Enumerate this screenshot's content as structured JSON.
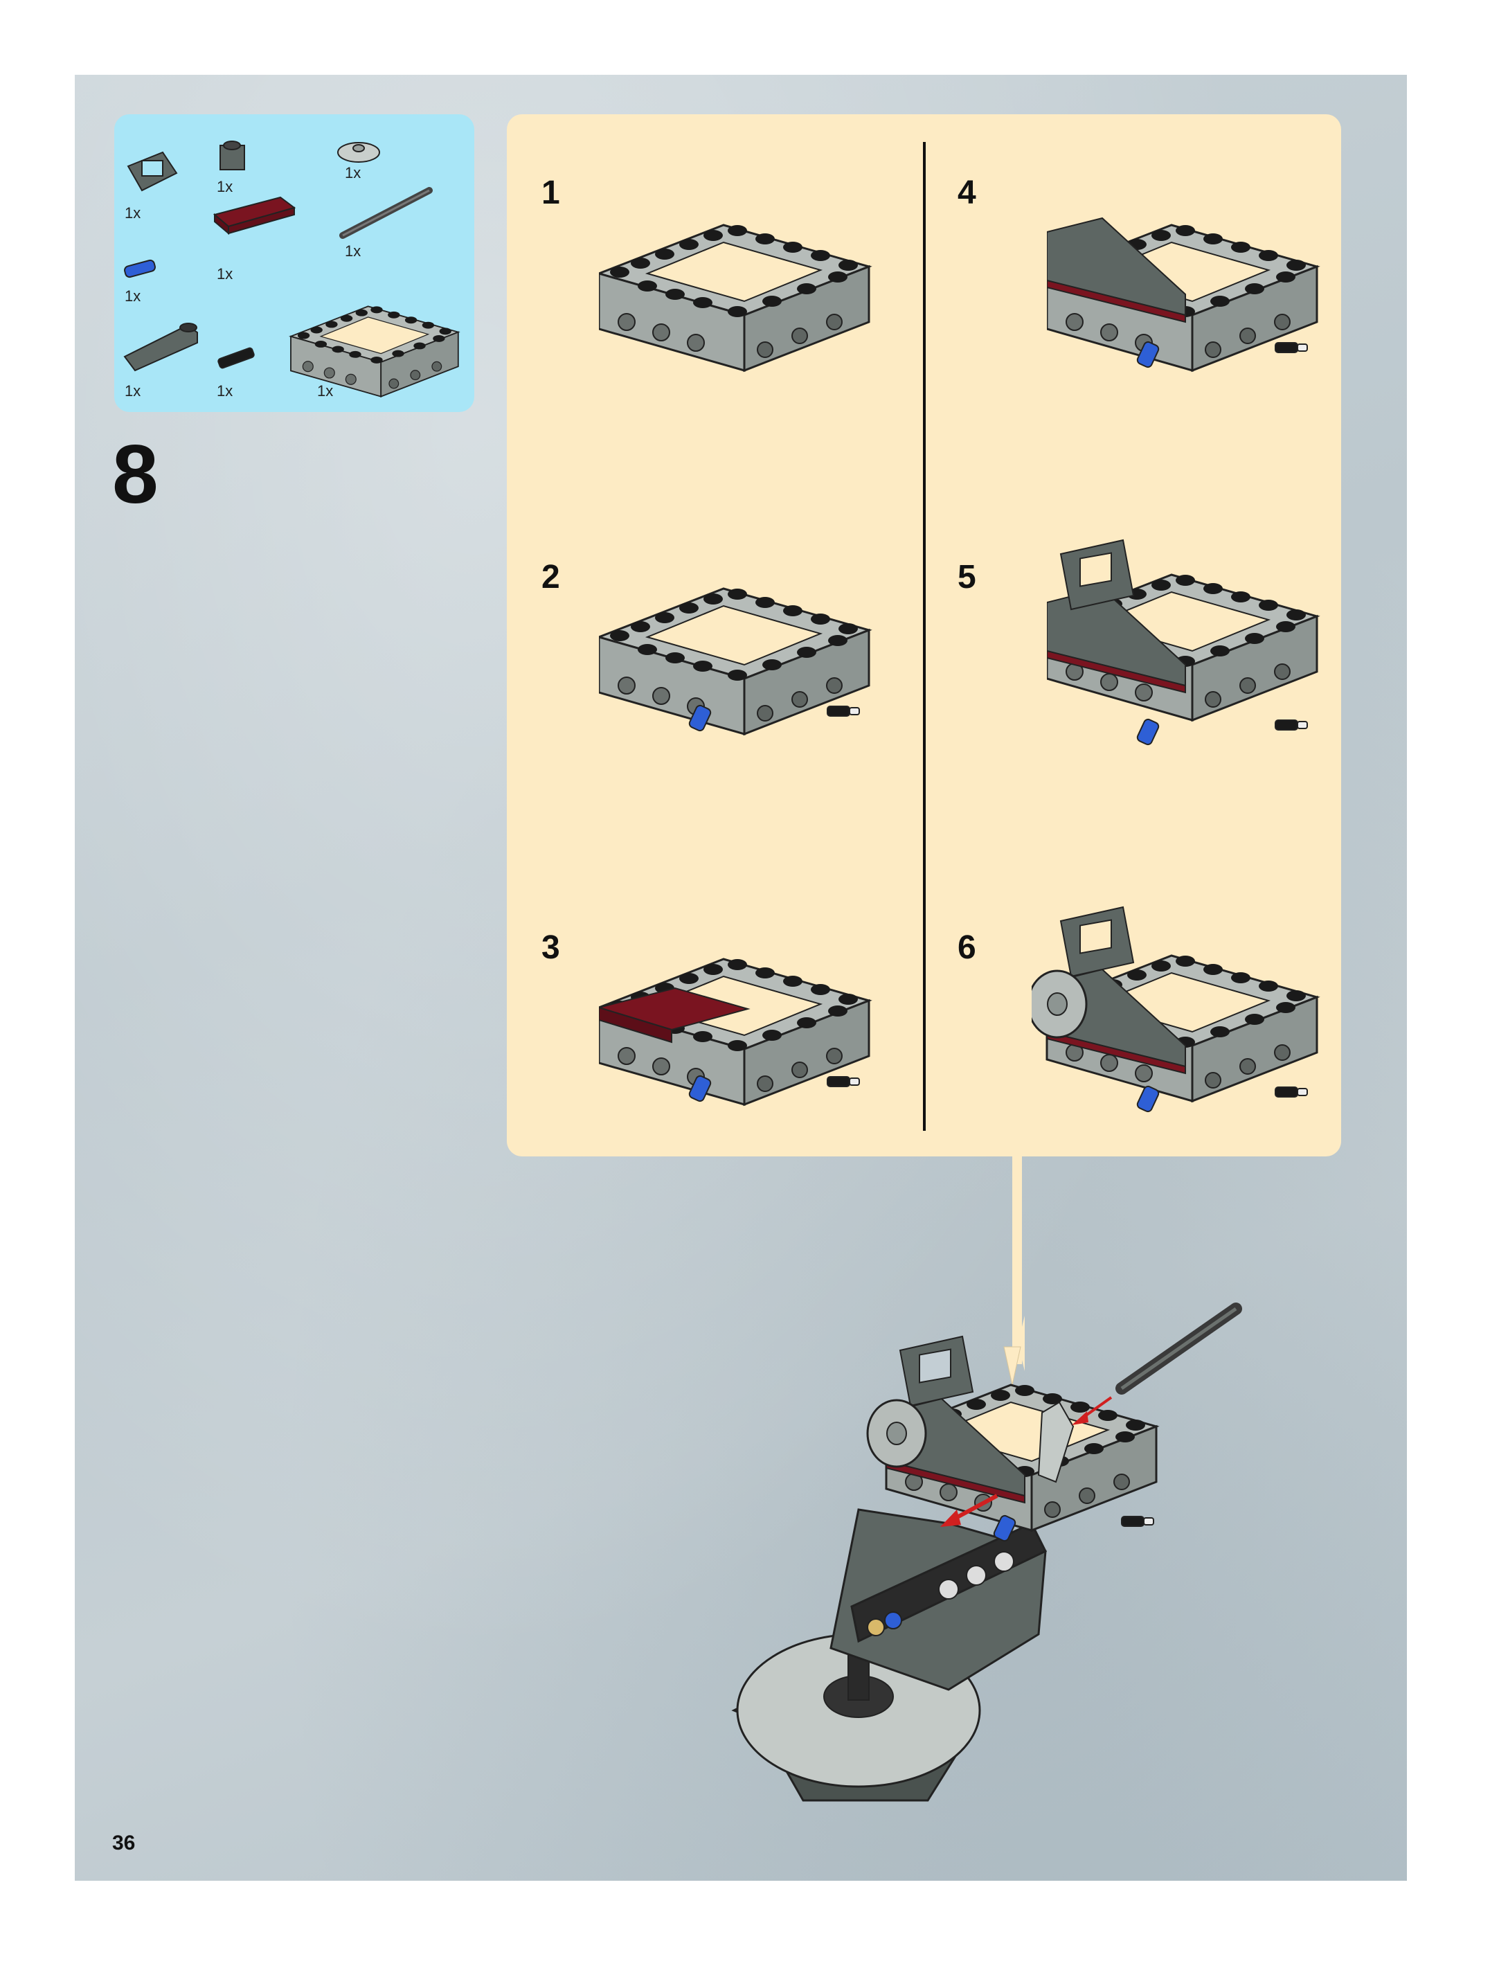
{
  "step": {
    "number": "8"
  },
  "parts": [
    {
      "name": "handle-plate",
      "qty": "1x"
    },
    {
      "name": "brick-1x1-dark",
      "qty": "1x"
    },
    {
      "name": "dish-round",
      "qty": "1x"
    },
    {
      "name": "plate-1x4-red",
      "qty": "1x"
    },
    {
      "name": "axle-bar",
      "qty": "1x"
    },
    {
      "name": "pin-blue",
      "qty": "1x"
    },
    {
      "name": "slope-dark",
      "qty": "1x"
    },
    {
      "name": "pin-black",
      "qty": "1x"
    },
    {
      "name": "technic-frame",
      "qty": "1x"
    }
  ],
  "substeps": [
    {
      "label": "1"
    },
    {
      "label": "2"
    },
    {
      "label": "3"
    },
    {
      "label": "4"
    },
    {
      "label": "5"
    },
    {
      "label": "6"
    }
  ],
  "page": {
    "number": "36"
  },
  "colors": {
    "page_bg": "#c3ced4",
    "parts_panel": "#a9e6f7",
    "substeps_panel": "#fdebc4",
    "brick_light": "#a7aeaa",
    "brick_dark": "#5d6663",
    "stud_black": "#1a1a1a",
    "brick_red": "#7a1420",
    "pin_blue": "#2e5fd6"
  }
}
